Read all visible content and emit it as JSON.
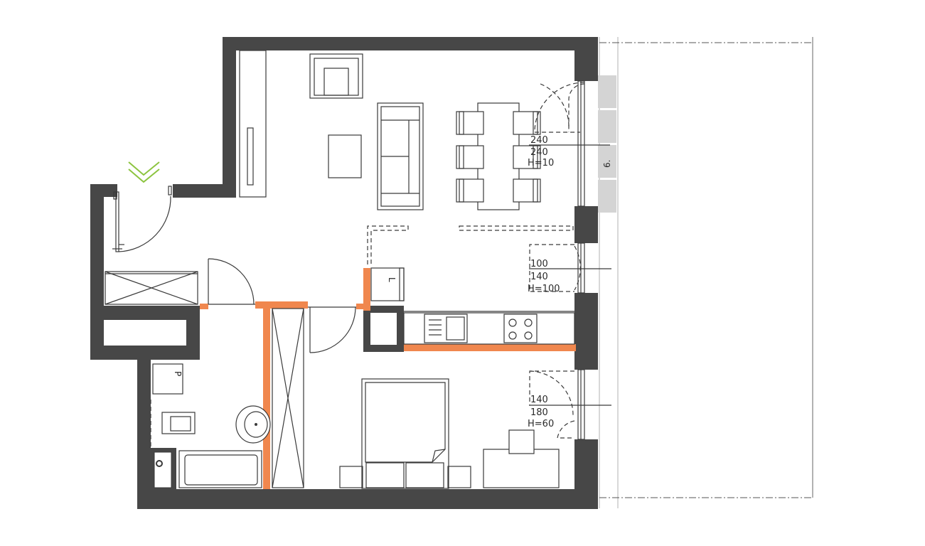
{
  "windows": [
    {
      "line1": "240",
      "line2": "240",
      "line3": "H=10"
    },
    {
      "line1": "100",
      "line2": "140",
      "line3": "H=100"
    },
    {
      "line1": "140",
      "line2": "180",
      "line3": "H=60"
    }
  ],
  "balcony": {
    "label": "6."
  },
  "appliances": {
    "fridge_mark": "L",
    "washer_mark": "P"
  },
  "colors": {
    "wall": "#474747",
    "new_partition": "#f0874e",
    "entrance_marker": "#8cc43f",
    "balcony_tile": "#d4d4d4"
  }
}
